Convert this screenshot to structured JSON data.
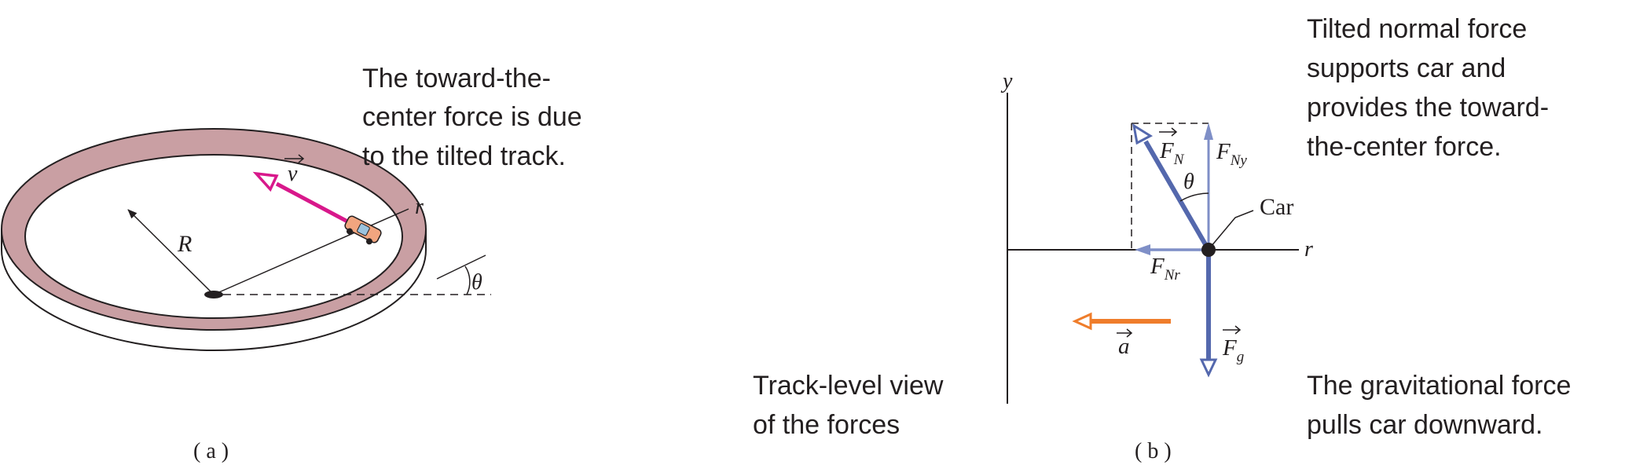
{
  "panel_a": {
    "caption": "( a )",
    "note_lines": [
      "The toward-the-",
      "center force is due",
      "to the tilted track."
    ],
    "labels": {
      "velocity": "v",
      "radius": "R",
      "radial_axis": "r",
      "angle": "θ"
    }
  },
  "panel_b": {
    "caption": "( b )",
    "top_note_lines": [
      "Tilted normal force",
      "supports car and",
      "provides the toward-",
      "the-center force."
    ],
    "bottom_note_lines": [
      "The gravitational force",
      "pulls car downward."
    ],
    "left_note_lines": [
      "Track-level view",
      "of the forces"
    ],
    "labels": {
      "y_axis": "y",
      "r_axis": "r",
      "car": "Car",
      "angle": "θ",
      "normal_force": "F",
      "normal_sub": "N",
      "normal_y": "F",
      "normal_y_sub": "Ny",
      "normal_r": "F",
      "normal_r_sub": "Nr",
      "gravity": "F",
      "gravity_sub": "g",
      "acceleration": "a"
    }
  },
  "colors": {
    "track_band": "#c99fa3",
    "velocity_arrow": "#d8188b",
    "force_arrow": "#5468ad",
    "force_component": "#7f8fc7",
    "acceleration_arrow": "#ef7d2b",
    "line": "#231f20"
  }
}
